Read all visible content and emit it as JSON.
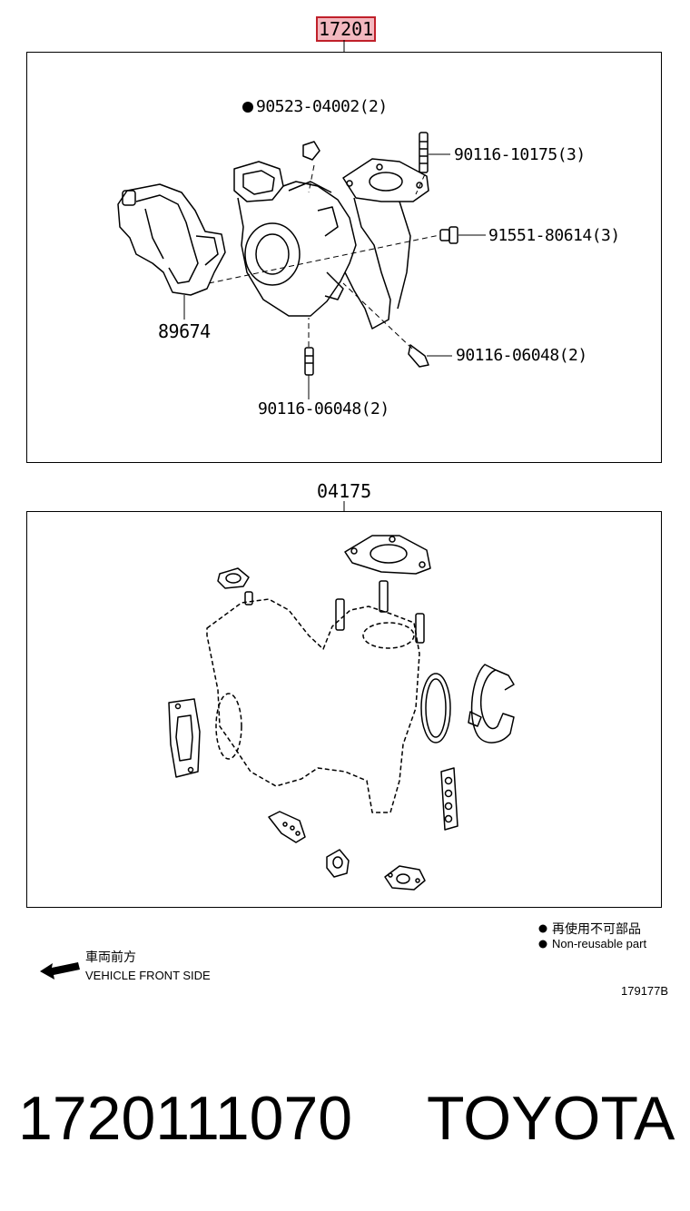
{
  "assembly": {
    "number": "17201",
    "parts": {
      "clip": "90523-04002(2)",
      "stud_top": "90116-10175(3)",
      "bolt": "91551-80614(3)",
      "stud_right": "90116-06048(2)",
      "stud_bottom": "90116-06048(2)",
      "bracket": "89674"
    }
  },
  "gasket_kit": {
    "number": "04175"
  },
  "legend": {
    "non_reusable_jp": "再使用不可部品",
    "non_reusable_en": "Non-reusable part",
    "front_jp": "車両前方",
    "front_en": "VEHICLE FRONT SIDE",
    "figure_id": "179177B"
  },
  "footer": {
    "part_number": "1720111070",
    "brand": "TOYOTA"
  },
  "colors": {
    "highlight_fill": "#f2b8bf",
    "highlight_border": "#c0202a",
    "line": "#000000"
  },
  "icons": [
    "arrow-left-icon",
    "filled-dot-icon"
  ]
}
